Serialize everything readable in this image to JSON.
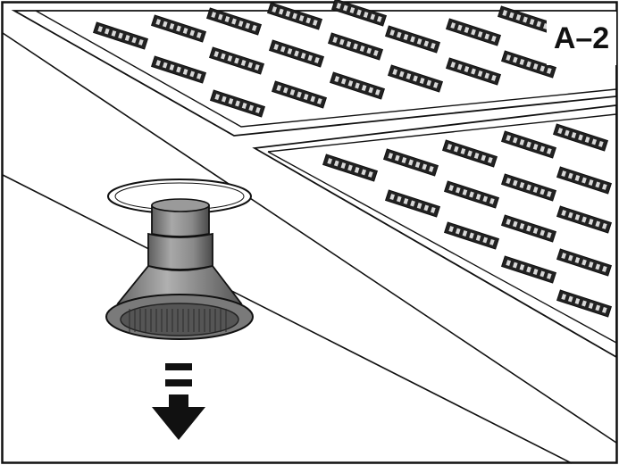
{
  "figure": {
    "step_label": "A–2",
    "subject": "recessed-halogen-spot-lamp",
    "action": "pull-down-to-remove",
    "colors": {
      "line": "#111111",
      "ceiling": "#ffffff",
      "lamp_body": "#8c8c8c",
      "lamp_dark": "#555555",
      "grille_slot": "#222222",
      "arrow": "#111111"
    }
  }
}
